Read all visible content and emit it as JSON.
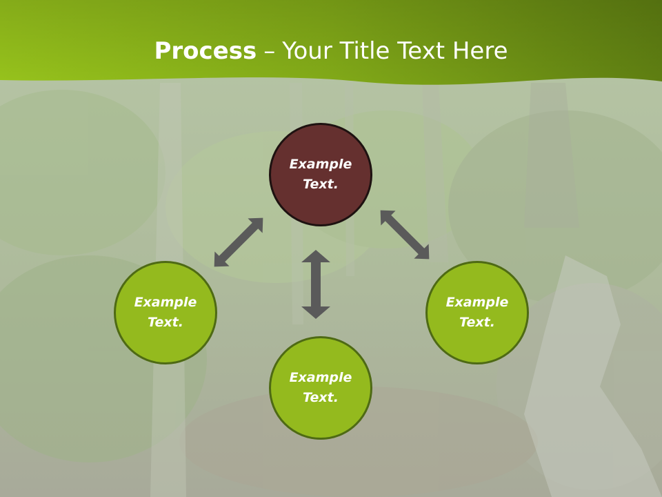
{
  "slide": {
    "title_bold": "Process",
    "title_sep": "–",
    "title_rest": "Your Title Text Here"
  },
  "diagram": {
    "nodes": [
      {
        "id": "top",
        "text": "Example Text.",
        "color": "#65302f"
      },
      {
        "id": "left",
        "text": "Example Text.",
        "color": "#94ba1e"
      },
      {
        "id": "right",
        "text": "Example Text.",
        "color": "#94ba1e"
      },
      {
        "id": "bottom",
        "text": "Example Text.",
        "color": "#94ba1e"
      }
    ],
    "arrow_color": "#5a5a5a"
  },
  "theme": {
    "header_green": "#8ab61c",
    "header_dark_green": "#5c7c12"
  }
}
